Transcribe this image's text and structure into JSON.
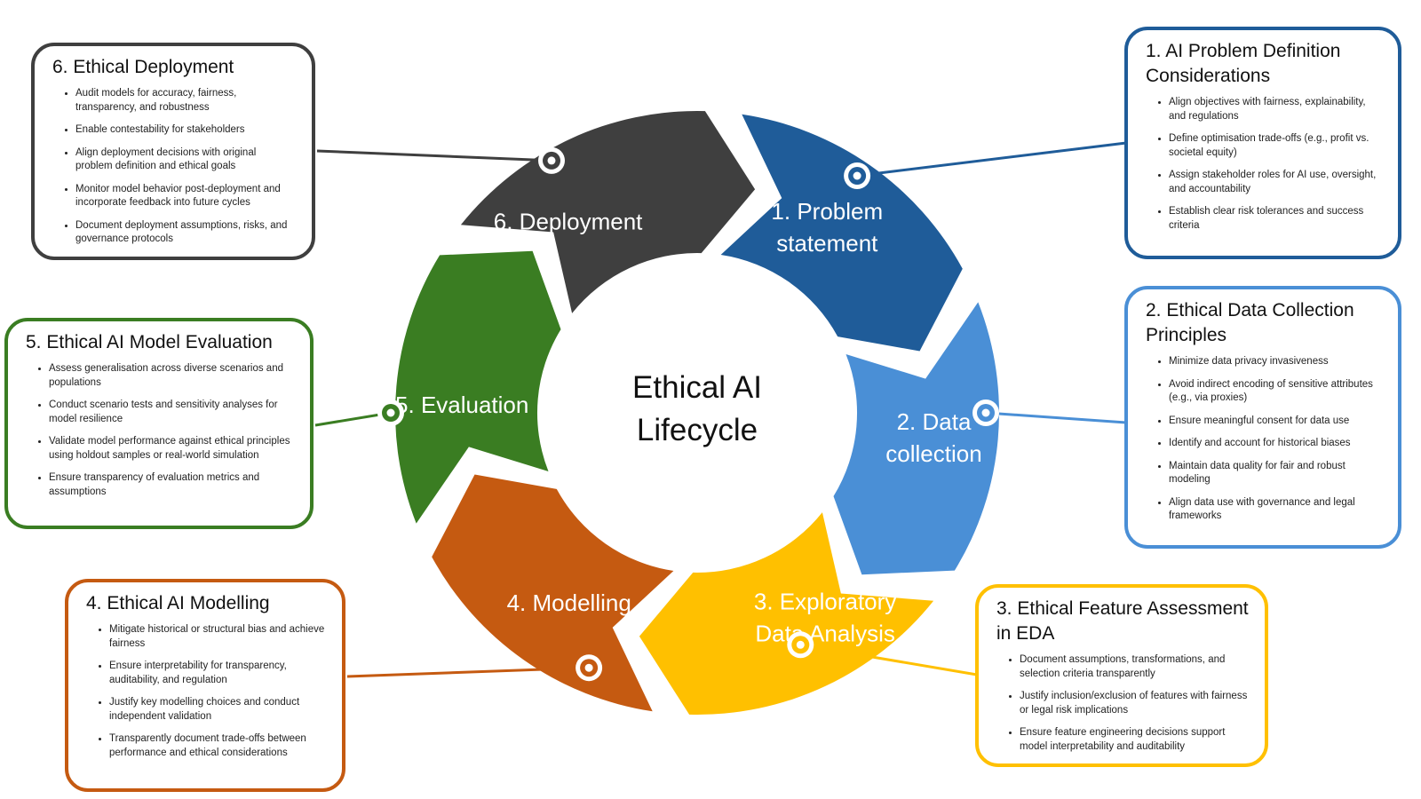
{
  "center": {
    "line1": "Ethical AI",
    "line2": "Lifecycle"
  },
  "colors": {
    "problem": "#1f5c99",
    "data": "#4a8fd6",
    "eda": "#ffc000",
    "modelling": "#c55a11",
    "evaluation": "#3a7d22",
    "deployment": "#3f3f3f"
  },
  "segments": [
    {
      "key": "problem",
      "lines": [
        "1. Problem",
        "statement"
      ],
      "color": "#1f5c99"
    },
    {
      "key": "data",
      "lines": [
        "2. Data",
        "collection"
      ],
      "color": "#4a8fd6"
    },
    {
      "key": "eda",
      "lines": [
        "3. Exploratory",
        "Data Analysis"
      ],
      "color": "#ffc000"
    },
    {
      "key": "modelling",
      "lines": [
        "4. Modelling"
      ],
      "color": "#c55a11"
    },
    {
      "key": "evaluation",
      "lines": [
        "5. Evaluation"
      ],
      "color": "#3a7d22"
    },
    {
      "key": "deployment",
      "lines": [
        "6. Deployment"
      ],
      "color": "#3f3f3f"
    }
  ],
  "boxes": {
    "problem": {
      "title": "1. AI Problem Definition Considerations",
      "color": "#1f5c99",
      "items": [
        "Align objectives with fairness, explainability, and regulations",
        "Define optimisation trade-offs (e.g., profit vs. societal equity)",
        "Assign stakeholder roles for AI use, oversight, and accountability",
        "Establish clear risk tolerances and success criteria"
      ]
    },
    "data": {
      "title": "2. Ethical Data Collection Principles",
      "color": "#4a8fd6",
      "items": [
        "Minimize data privacy invasiveness",
        "Avoid indirect encoding of sensitive attributes (e.g., via proxies)",
        "Ensure meaningful consent for data use",
        "Identify and account for historical biases",
        "Maintain data quality for fair and robust modeling",
        "Align data use with governance and legal frameworks"
      ]
    },
    "eda": {
      "title": "3. Ethical Feature Assessment in EDA",
      "color": "#ffc000",
      "items": [
        "Document assumptions, transformations, and selection criteria transparently",
        "Justify inclusion/exclusion of features with fairness or legal risk implications",
        "Ensure feature engineering decisions support model interpretability and auditability"
      ]
    },
    "modelling": {
      "title": "4. Ethical AI Modelling",
      "color": "#c55a11",
      "items": [
        "Mitigate historical or structural bias and achieve fairness",
        "Ensure interpretability for transparency, auditability, and regulation",
        "Justify key modelling choices and conduct independent validation",
        "Transparently document trade-offs between performance and ethical considerations"
      ]
    },
    "evaluation": {
      "title": "5. Ethical AI Model Evaluation",
      "color": "#3a7d22",
      "items": [
        "Assess generalisation across diverse scenarios and populations",
        "Conduct scenario tests and sensitivity analyses for model resilience",
        "Validate model performance against ethical principles using holdout samples or real-world simulation",
        "Ensure transparency of evaluation metrics and assumptions"
      ]
    },
    "deployment": {
      "title": "6. Ethical Deployment",
      "color": "#3f3f3f",
      "items": [
        "Audit models for accuracy, fairness, transparency, and robustness",
        "Enable contestability for stakeholders",
        "Align deployment decisions with original problem definition and ethical goals",
        "Monitor model behavior post-deployment and incorporate feedback into future cycles",
        "Document deployment assumptions, risks, and governance protocols"
      ]
    }
  }
}
